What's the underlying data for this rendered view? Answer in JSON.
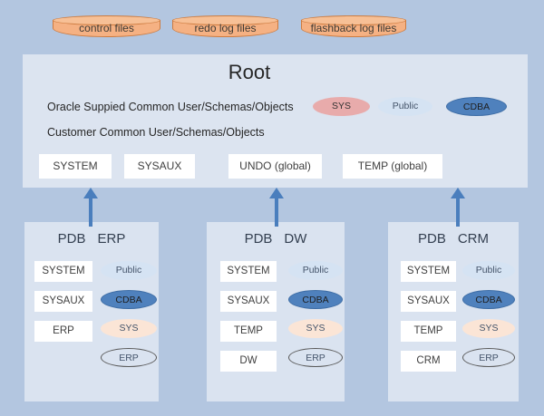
{
  "colors": {
    "background": "#b3c6e0",
    "panel_fill": "#dce4f0",
    "pdb_fill": "#dae3f0",
    "cylinder_fill": "#f5b183",
    "cylinder_stroke": "#cd7b3f",
    "oval_sys_root": "#e8abab",
    "oval_public": "#d5e3f3",
    "oval_cdba": "#4f81bd",
    "oval_sys_pdb": "#fbe5d6",
    "oval_outline_stroke": "#595959",
    "arrow": "#4a7ebd",
    "tablespace_box": "#ffffff"
  },
  "cylinders": [
    {
      "label": "control files"
    },
    {
      "label": "redo log files"
    },
    {
      "label": "flashback log files"
    }
  ],
  "root": {
    "title": "Root",
    "lines": [
      "Oracle Suppied Common User/Schemas/Objects",
      "Customer Common User/Schemas/Objects"
    ],
    "ovals": [
      "SYS",
      "Public",
      "CDBA"
    ],
    "tablespaces": [
      "SYSTEM",
      "SYSAUX",
      "UNDO (global)",
      "TEMP (global)"
    ]
  },
  "pdbs": [
    {
      "title_prefix": "PDB",
      "name": "ERP",
      "tablespaces": [
        "SYSTEM",
        "SYSAUX",
        "ERP"
      ],
      "ovals": [
        "Public",
        "CDBA",
        "SYS",
        "ERP"
      ]
    },
    {
      "title_prefix": "PDB",
      "name": "DW",
      "tablespaces": [
        "SYSTEM",
        "SYSAUX",
        "TEMP",
        "DW"
      ],
      "ovals": [
        "Public",
        "CDBA",
        "SYS",
        "ERP"
      ]
    },
    {
      "title_prefix": "PDB",
      "name": "CRM",
      "tablespaces": [
        "SYSTEM",
        "SYSAUX",
        "TEMP",
        "CRM"
      ],
      "ovals": [
        "Public",
        "CDBA",
        "SYS",
        "ERP"
      ]
    }
  ]
}
